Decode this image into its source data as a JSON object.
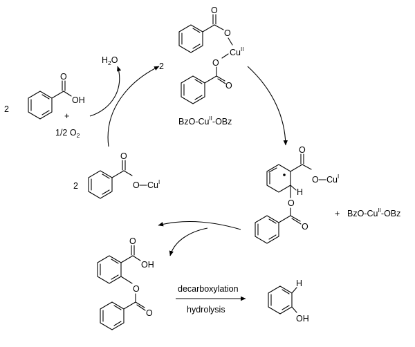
{
  "reactants": {
    "coef_benzoic": "2",
    "oh": "OH",
    "o": "O",
    "plus": "+",
    "o2_text": "1/2 O",
    "o2_sub": "2"
  },
  "water": {
    "h": "H",
    "h_sub": "2",
    "o": "O"
  },
  "cu2_complex": {
    "coef": "2",
    "o_top": "O",
    "o_link": "O",
    "cu": "Cu",
    "cu_sup": "II",
    "o_link2": "O",
    "o_bottom": "O",
    "formula_a": "BzO-Cu",
    "formula_sup": "II",
    "formula_b": "-OBz"
  },
  "intermediate": {
    "o_carbonyl": "O",
    "o_cu": "O",
    "cu": "Cu",
    "cu_sup": "I",
    "h": "H",
    "o_ester": "O",
    "o_bz": "O",
    "plus": "+",
    "byproduct_a": "BzO-Cu",
    "byproduct_sup": "II",
    "byproduct_b": "-OBz"
  },
  "cu1_benzoate": {
    "coef": "2",
    "o": "O",
    "o_cu": "O",
    "cu": "Cu",
    "cu_sup": "I"
  },
  "salicylate": {
    "o_carbonyl": "O",
    "oh": "OH",
    "o_ester": "O",
    "o_bz": "O"
  },
  "conditions": {
    "above": "decarboxylation",
    "below": "hydrolysis"
  },
  "phenol": {
    "h": "H",
    "oh": "OH"
  }
}
